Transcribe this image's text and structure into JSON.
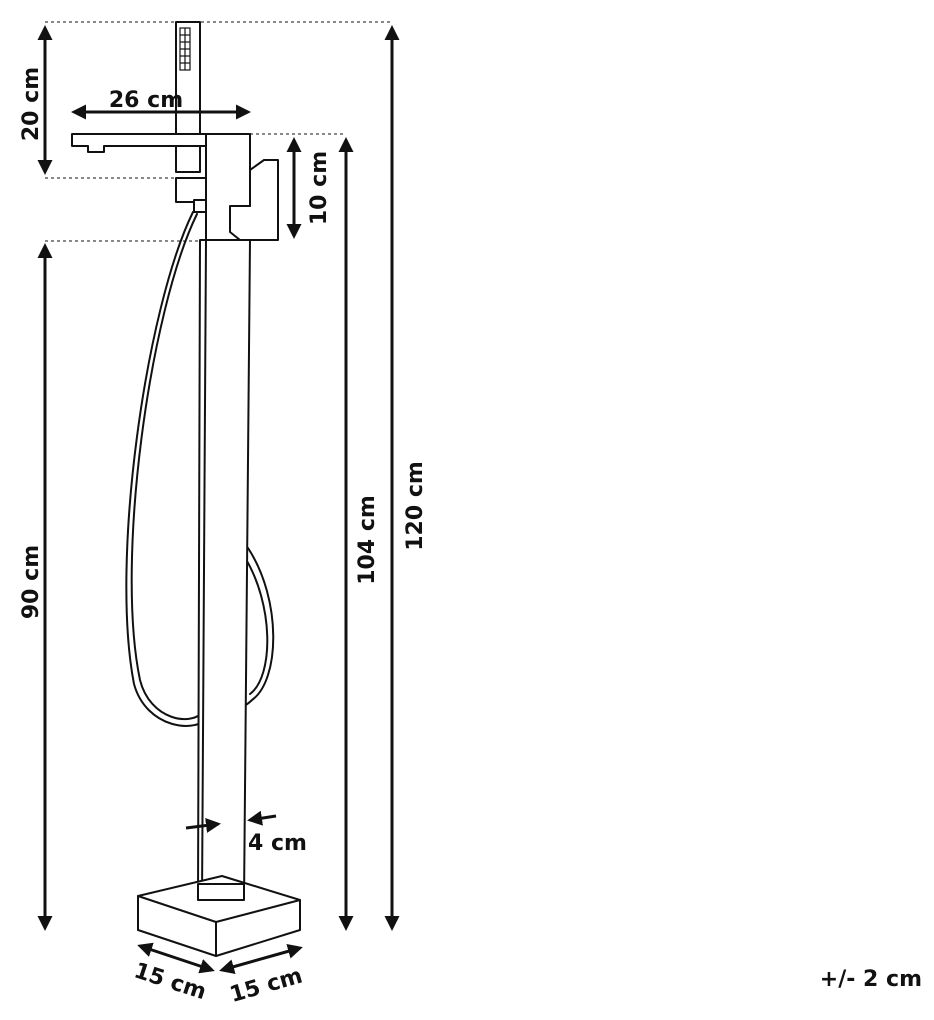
{
  "dimensions": {
    "head_height": "20 cm",
    "spout_length": "26 cm",
    "mixer_height": "10 cm",
    "spout_height": "104 cm",
    "total_height": "120 cm",
    "column_height": "90 cm",
    "column_width": "4 cm",
    "base_depth": "15 cm",
    "base_width": "15 cm",
    "tolerance": "+/- 2 cm"
  },
  "colors": {
    "ink": "#111111",
    "background": "#ffffff"
  }
}
